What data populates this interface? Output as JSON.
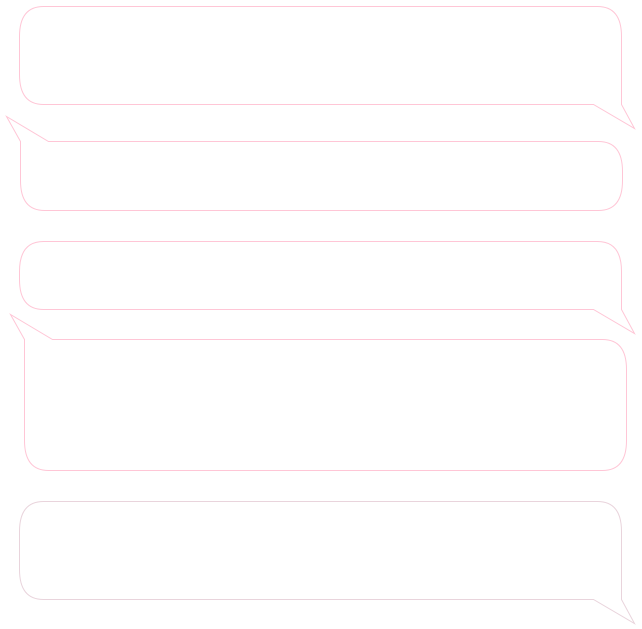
{
  "bubbles": [
    {
      "tail": "right",
      "text": ""
    },
    {
      "tail": "left",
      "text": ""
    },
    {
      "tail": "right",
      "text": ""
    },
    {
      "tail": "left",
      "text": ""
    },
    {
      "tail": "right",
      "text": ""
    }
  ],
  "colors": {
    "outline": "#ffc6d6",
    "background": "#ffffff"
  }
}
